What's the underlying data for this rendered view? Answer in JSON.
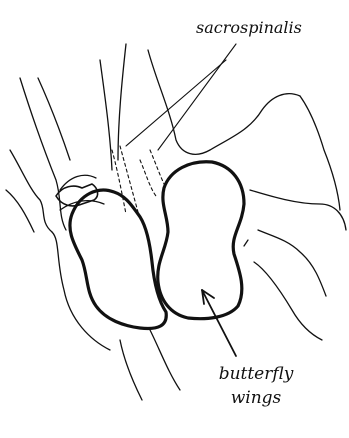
{
  "labels": {
    "sacrospinalis": "sacrospinalis",
    "butterfly_line1": "butterfly",
    "butterfly_line2": "wings"
  },
  "colors": {
    "ink": "#111111",
    "background": "#ffffff"
  }
}
